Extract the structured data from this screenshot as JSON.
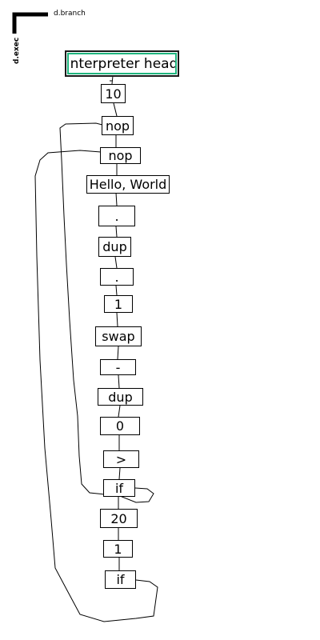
{
  "legend": {
    "branch_label": "d.branch",
    "exec_label": "d.exec"
  },
  "nodes": [
    "Interpreter head",
    "10",
    "nop",
    "nop",
    "Hello, World",
    ".",
    "dup",
    ".",
    "1",
    "swap",
    "-",
    "dup",
    "0",
    ">",
    "if",
    "20",
    "1",
    "if"
  ],
  "colors": {
    "head_highlight": "#1fb57e",
    "line": "#000000"
  }
}
